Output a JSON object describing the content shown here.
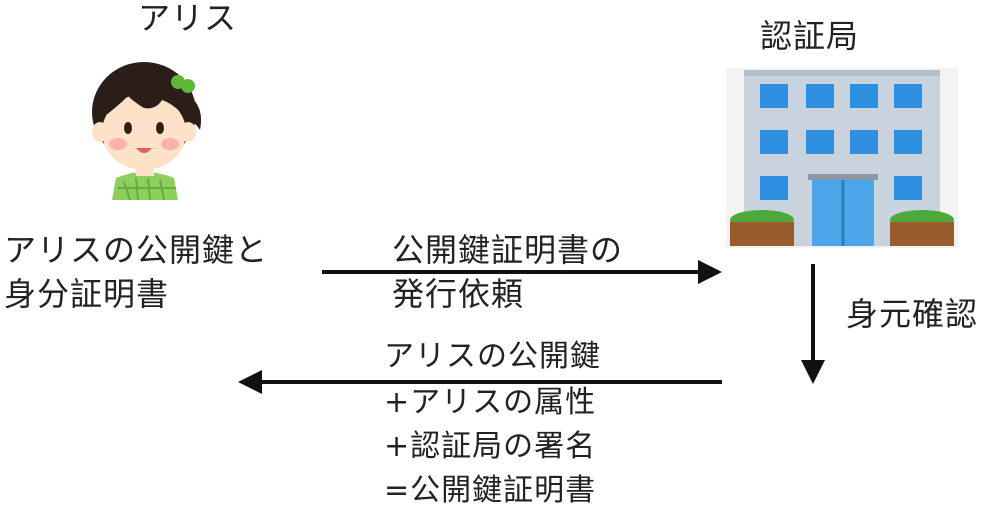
{
  "actors": {
    "alice": {
      "name": "アリス",
      "icon": "girl-icon"
    },
    "ca": {
      "name": "認証局",
      "icon": "office-building-icon"
    }
  },
  "alice_documents": {
    "line1": "アリスの公開鍵と",
    "line2": "身分証明書"
  },
  "request": {
    "line1": "公開鍵証明書の",
    "line2": "発行依頼"
  },
  "verification": {
    "label": "身元確認"
  },
  "issuance": {
    "line1": "アリスの公開鍵",
    "line2": "+アリスの属性",
    "line3": "+認証局の署名",
    "line4": "=公開鍵証明書"
  },
  "colors": {
    "text": "#222222",
    "arrow": "#111111",
    "girl_hair": "#2b1d17",
    "girl_skin": "#fde2c8",
    "girl_shirt": "#8ccf5a",
    "girl_bow": "#5fb83a",
    "building_wall": "#c9d3dd",
    "building_window": "#2f8fe0",
    "building_door": "#4aa6e8",
    "planter": "#9a5b2f",
    "shrub": "#4fa83a"
  }
}
